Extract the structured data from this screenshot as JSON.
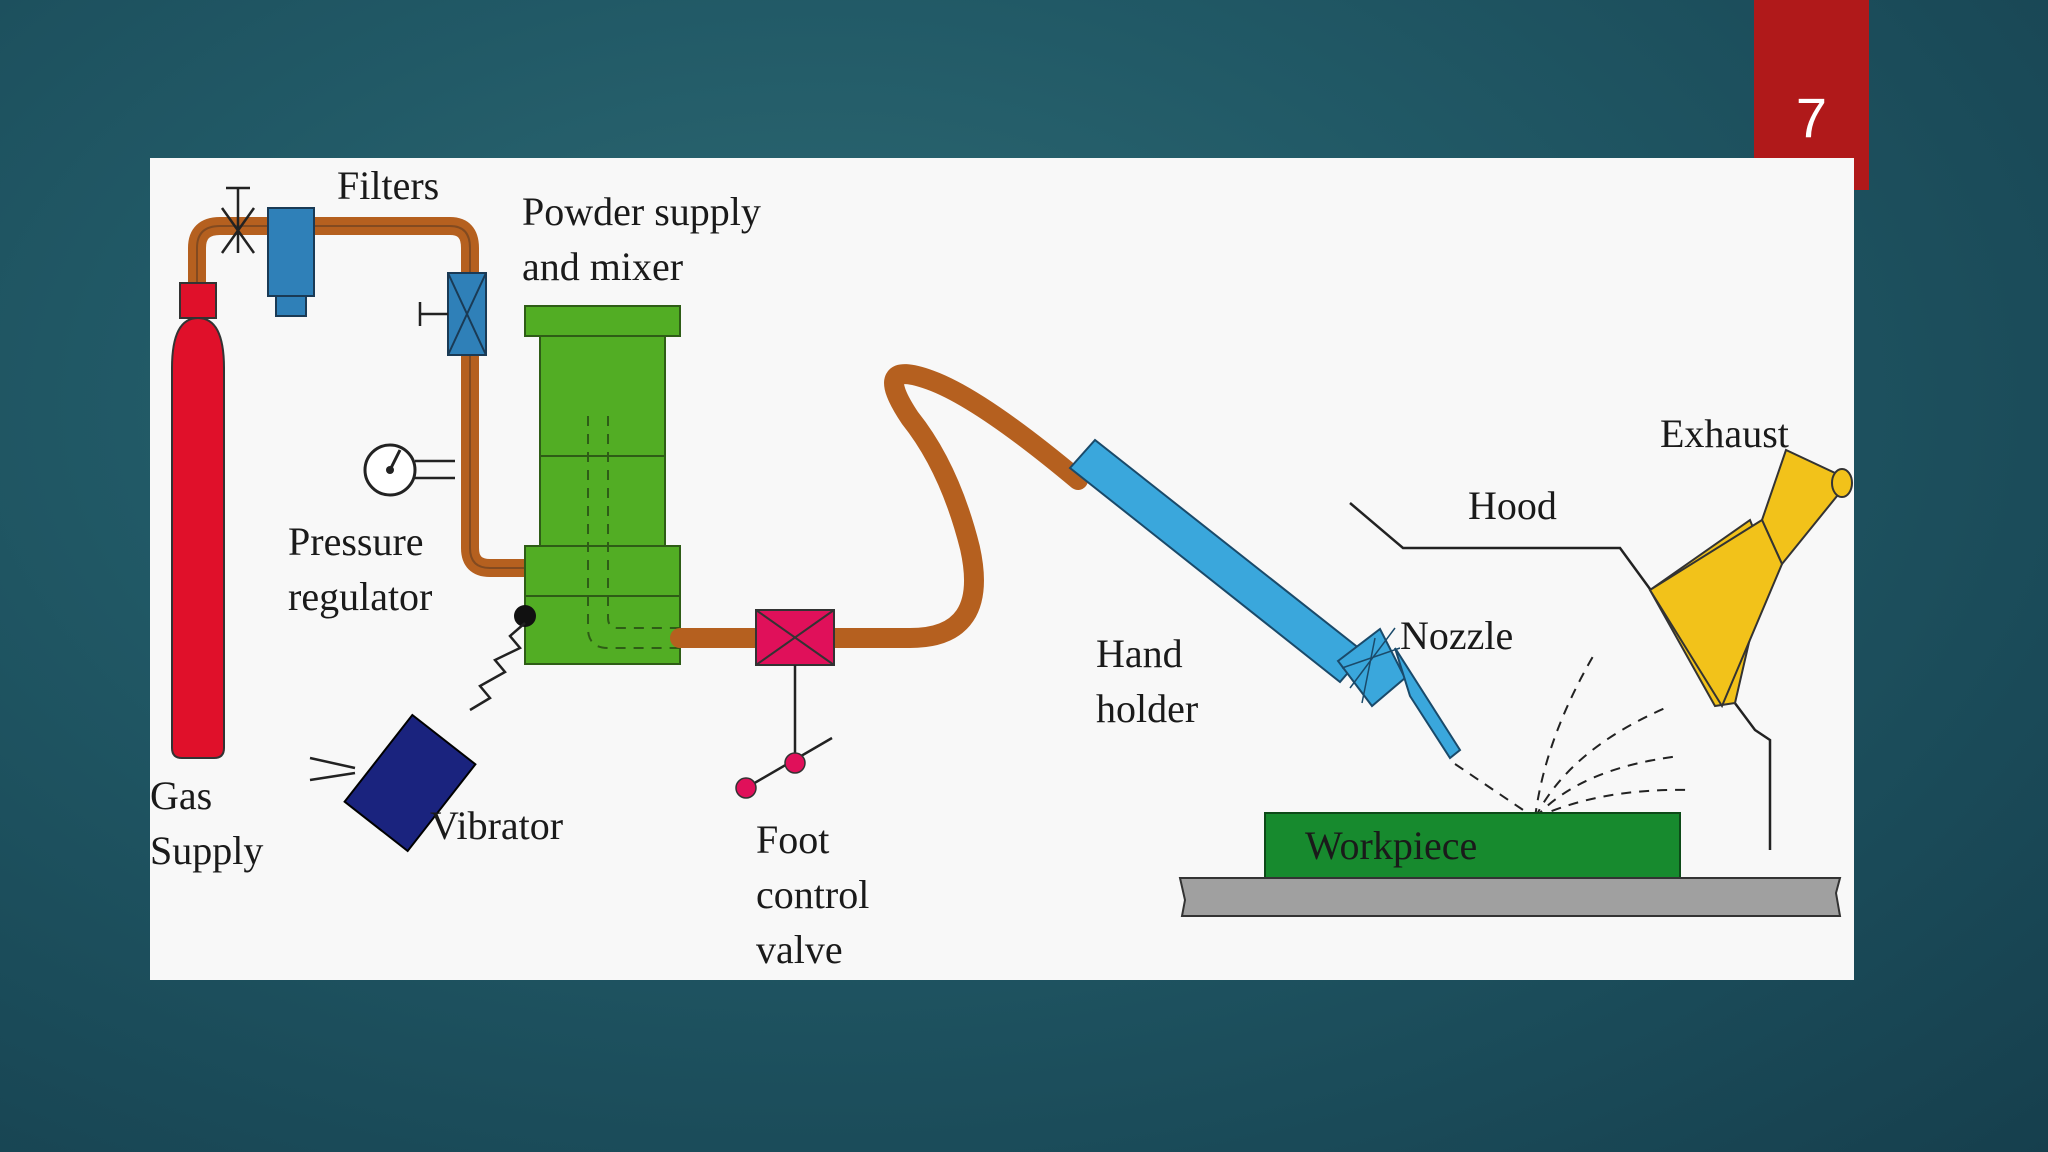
{
  "slide": {
    "number": "7"
  },
  "diagram": {
    "labels": {
      "filters": "Filters",
      "powder_supply": "Powder  supply\nand  mixer",
      "pressure_regulator": "Pressure\nregulator",
      "gas_supply": "Gas\nSupply",
      "vibrator": "Vibrator",
      "foot_control_valve": "Foot\ncontrol\nvalve",
      "hand_holder": "Hand\nholder",
      "nozzle": "Nozzle",
      "hood": "Hood",
      "exhaust": "Exhaust",
      "workpiece": "Workpiece"
    },
    "colors": {
      "gas_cylinder": "#e0102a",
      "pipe": "#b5601f",
      "filter": "#2f80b8",
      "mixer": "#52ad24",
      "valve": "#e0105a",
      "vibrator": "#1a237e",
      "hand_holder": "#3aa7dc",
      "exhaust": "#f2c21a",
      "workpiece": "#178a2e",
      "table": "#a0a0a0"
    }
  }
}
